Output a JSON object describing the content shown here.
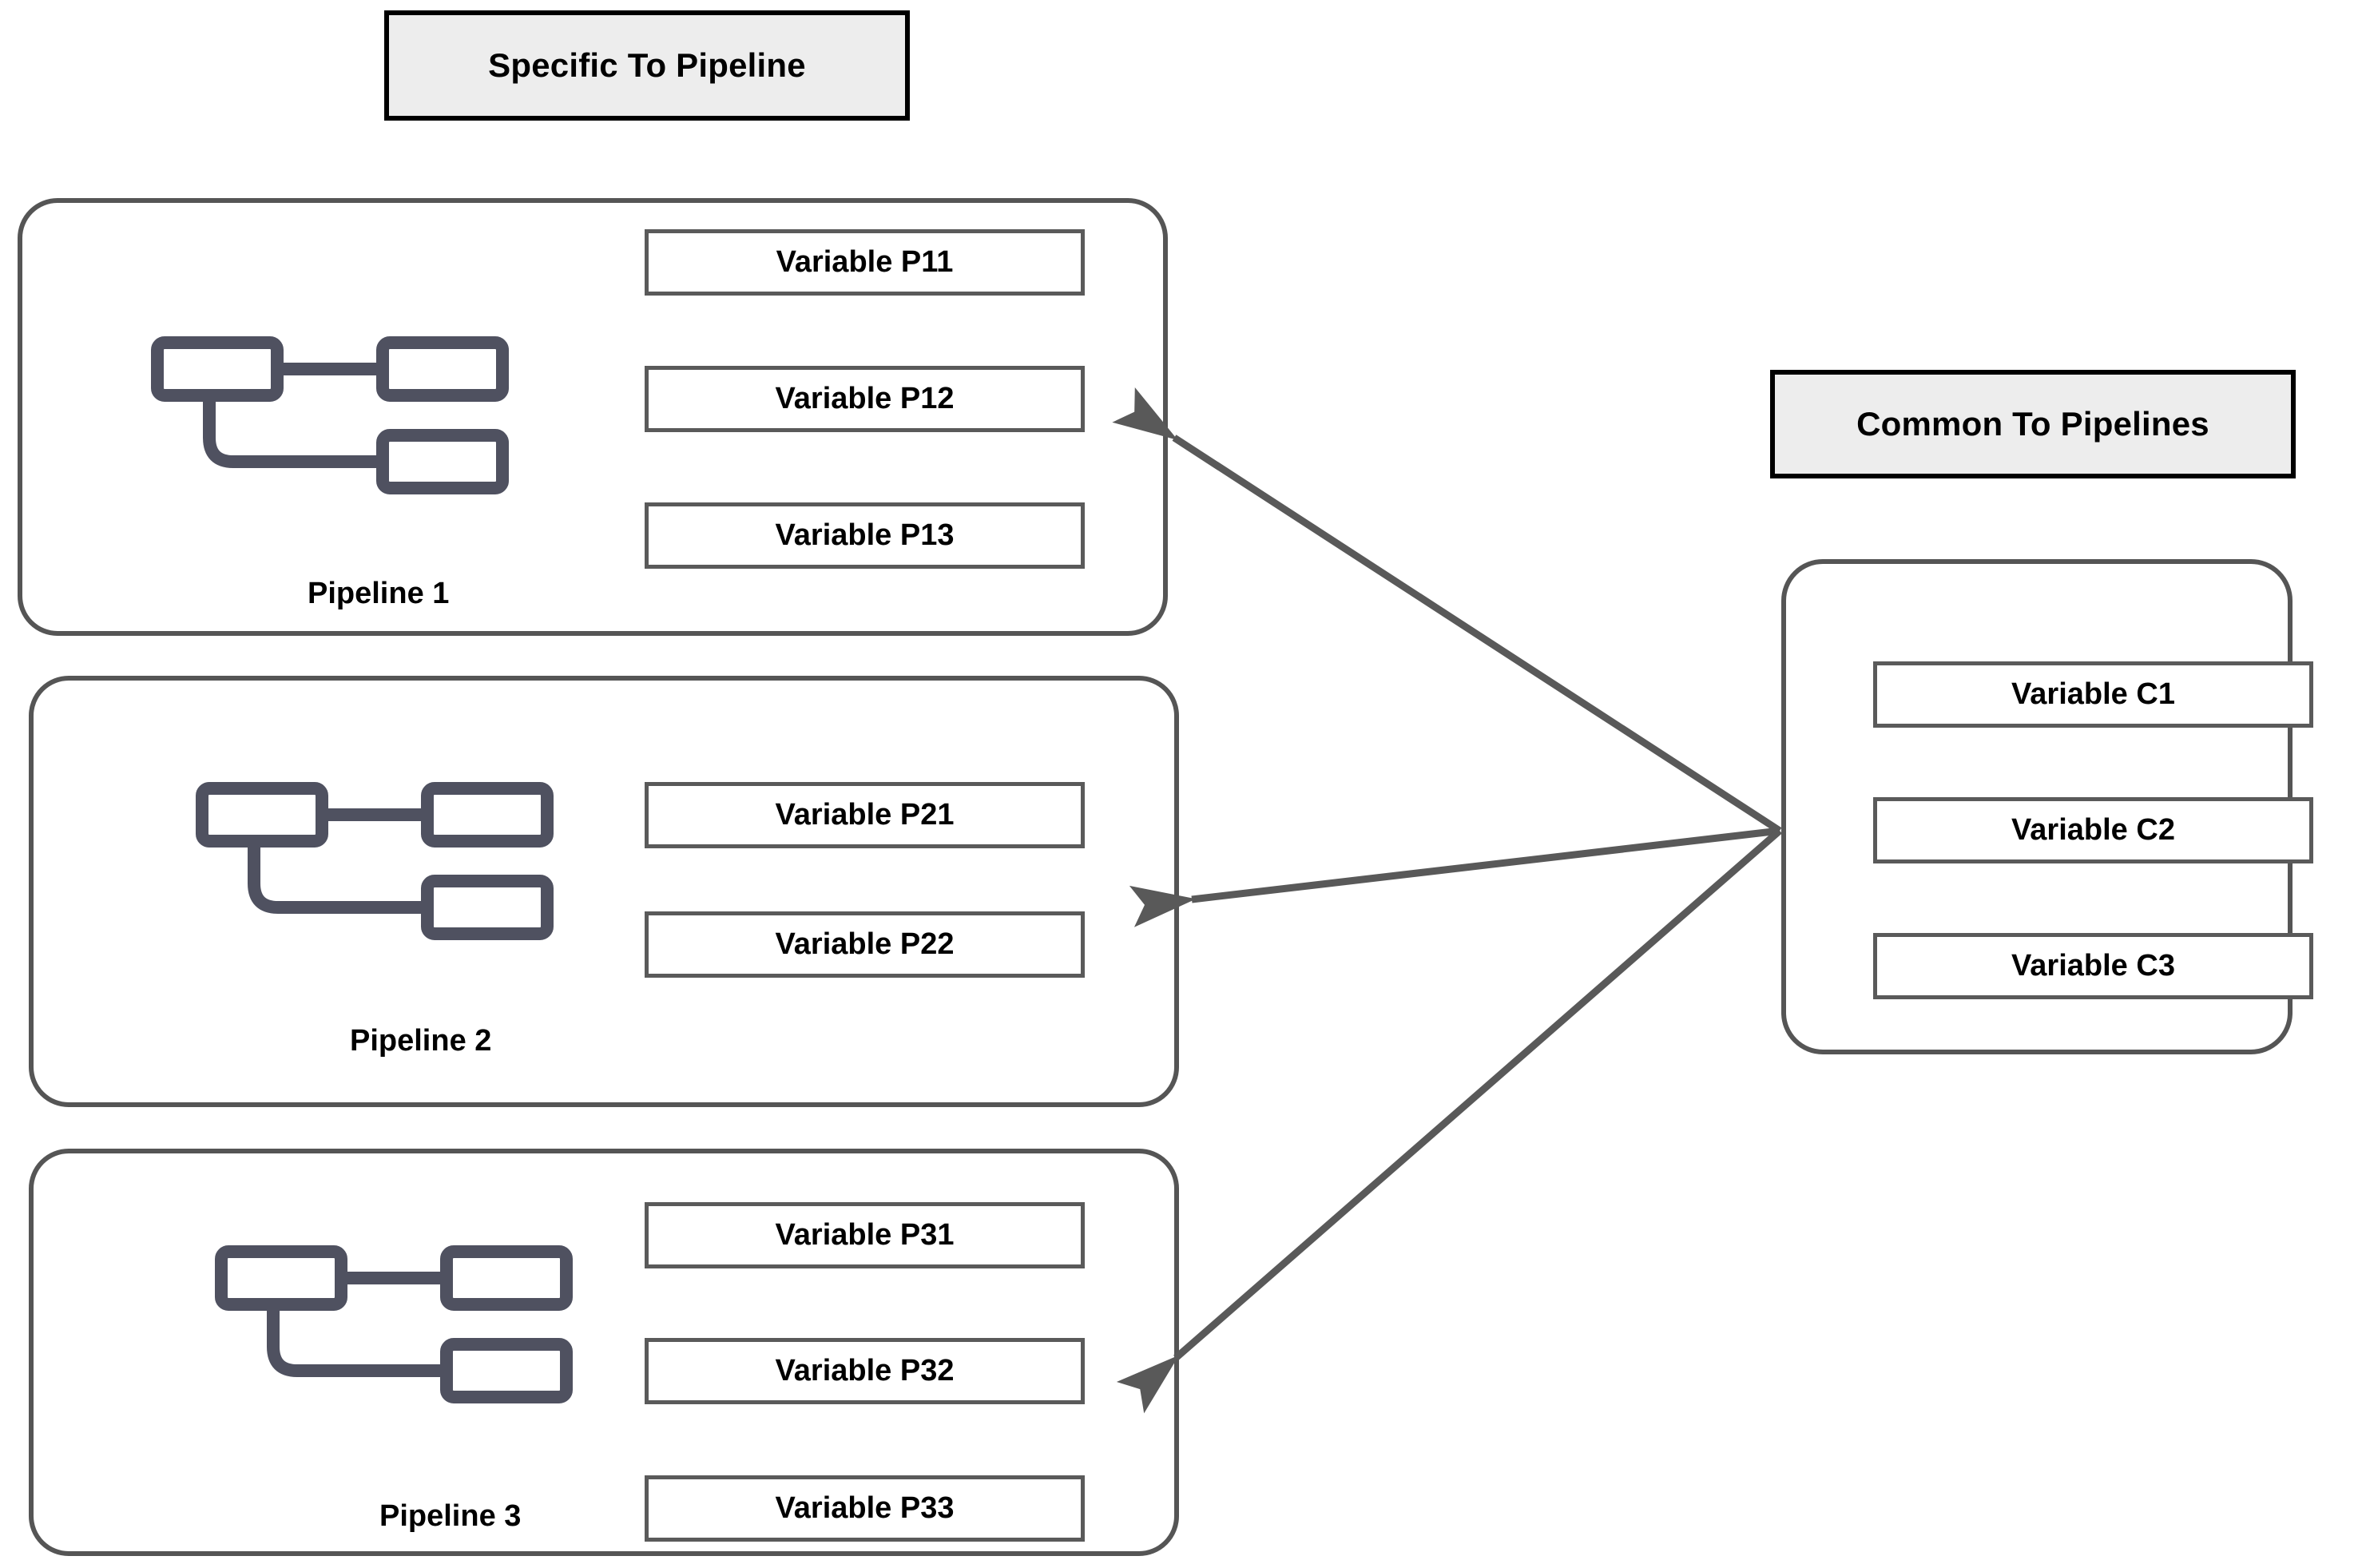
{
  "diagram": {
    "title_specific": "Specific To Pipeline",
    "title_common": "Common To Pipelines"
  },
  "legend": {
    "specific_label": "Specific To Pipeline",
    "common_label": "Common To Pipelines"
  },
  "pipelines": [
    {
      "name": "Pipeline 1",
      "icon": "pipeline-tree-icon",
      "variables": [
        "Variable P11",
        "Variable P12",
        "Variable P13"
      ]
    },
    {
      "name": "Pipeline 2",
      "icon": "pipeline-tree-icon",
      "variables": [
        "Variable P21",
        "Variable P22"
      ]
    },
    {
      "name": "Pipeline 3",
      "icon": "pipeline-tree-icon",
      "variables": [
        "Variable P31",
        "Variable P32",
        "Variable P33"
      ]
    }
  ],
  "common": {
    "variables": [
      "Variable C1",
      "Variable C2",
      "Variable C3"
    ]
  },
  "colors": {
    "legend_fill": "#ededed",
    "legend_border": "#000000",
    "group_border": "#555555",
    "var_border": "#5a5a5a",
    "icon_stroke": "#4f5160",
    "arrow": "#595959",
    "text": "#000000",
    "background": "#ffffff"
  },
  "arrows": {
    "count": 3,
    "direction": "common-to-pipeline",
    "description": "Three arrows fan out from the left edge of the Common To Pipelines container to the right edge of each pipeline group"
  }
}
